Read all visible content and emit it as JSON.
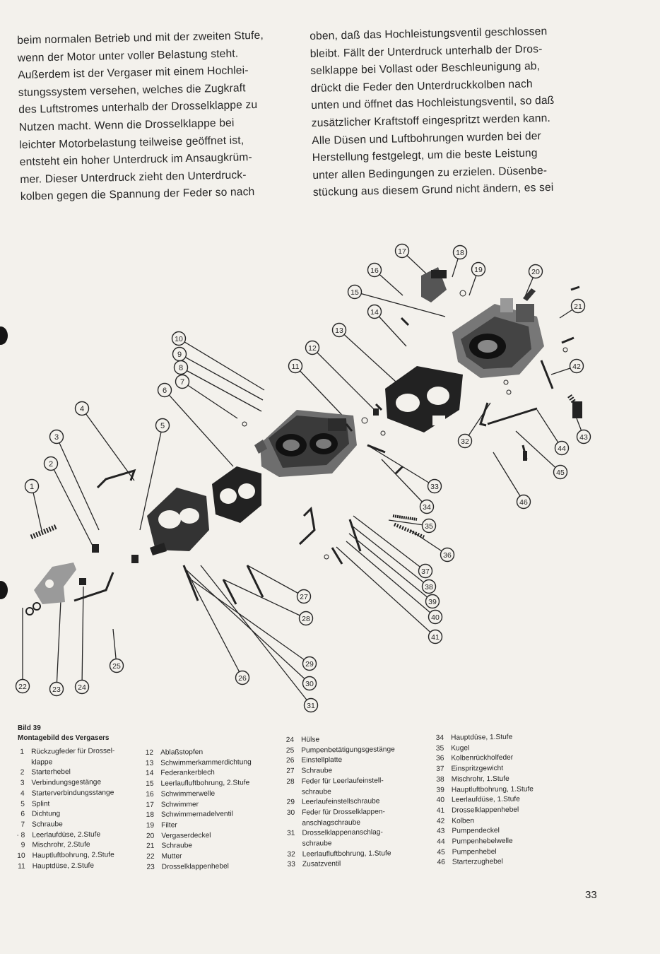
{
  "body_text": {
    "left_column": [
      "beim normalen Betrieb und mit der zweiten Stufe,",
      "wenn der Motor unter voller Belastung steht.",
      "Außerdem ist der Vergaser mit einem Hochlei-",
      "stungssystem versehen, welches die Zugkraft",
      "des Luftstromes unterhalb der Drosselklappe zu",
      "Nutzen macht. Wenn die Drosselklappe bei",
      "leichter Motorbelastung teilweise geöffnet ist,",
      "entsteht ein hoher Unterdruck im Ansaugkrüm-",
      "mer. Dieser Unterdruck zieht den Unterdruck-",
      "kolben gegen die Spannung der Feder so nach"
    ],
    "right_column": [
      "oben, daß das Hochleistungsventil geschlossen",
      "bleibt. Fällt der Unterdruck unterhalb der Dros-",
      "selklappe bei Vollast oder Beschleunigung ab,",
      "drückt die Feder den Unterdruckkolben nach",
      "unten und öffnet das Hochleistungsventil, so daß",
      "zusätzlicher Kraftstoff eingespritzt werden kann.",
      "Alle Düsen und Luftbohrungen wurden bei der",
      "Herstellung festgelegt, um die beste Leistung",
      "unter allen Bedingungen zu erzielen. Düsenbe-",
      "stückung aus diesem Grund nicht ändern, es sei"
    ]
  },
  "figure": {
    "label": "Bild 39",
    "title": "Montagebild des Vergasers",
    "callouts": [
      {
        "n": "1"
      },
      {
        "n": "2"
      },
      {
        "n": "3"
      },
      {
        "n": "4"
      },
      {
        "n": "5"
      },
      {
        "n": "6"
      },
      {
        "n": "7"
      },
      {
        "n": "8"
      },
      {
        "n": "9"
      },
      {
        "n": "10"
      },
      {
        "n": "11"
      },
      {
        "n": "12"
      },
      {
        "n": "13"
      },
      {
        "n": "14"
      },
      {
        "n": "15"
      },
      {
        "n": "16"
      },
      {
        "n": "17"
      },
      {
        "n": "18"
      },
      {
        "n": "19"
      },
      {
        "n": "20"
      },
      {
        "n": "21"
      },
      {
        "n": "22"
      },
      {
        "n": "23"
      },
      {
        "n": "24"
      },
      {
        "n": "25"
      },
      {
        "n": "26"
      },
      {
        "n": "27"
      },
      {
        "n": "28"
      },
      {
        "n": "29"
      },
      {
        "n": "30"
      },
      {
        "n": "31"
      },
      {
        "n": "32"
      },
      {
        "n": "33"
      },
      {
        "n": "34"
      },
      {
        "n": "35"
      },
      {
        "n": "36"
      },
      {
        "n": "37"
      },
      {
        "n": "38"
      },
      {
        "n": "39"
      },
      {
        "n": "40"
      },
      {
        "n": "41"
      },
      {
        "n": "42"
      },
      {
        "n": "43"
      },
      {
        "n": "44"
      },
      {
        "n": "45"
      },
      {
        "n": "46"
      }
    ]
  },
  "legend": {
    "col1": [
      {
        "n": "1",
        "d": "Rückzugfeder für Drossel-"
      },
      {
        "n": "",
        "d": "klappe"
      },
      {
        "n": "2",
        "d": "Starterhebel"
      },
      {
        "n": "3",
        "d": "Verbindungsgestänge"
      },
      {
        "n": "4",
        "d": "Starterverbindungsstange"
      },
      {
        "n": "5",
        "d": "Splint"
      },
      {
        "n": "6",
        "d": "Dichtung"
      },
      {
        "n": "7",
        "d": "Schraube"
      },
      {
        "n": "· 8",
        "d": "Leerlaufdüse, 2.Stufe"
      },
      {
        "n": "9",
        "d": "Mischrohr, 2.Stufe"
      },
      {
        "n": "10",
        "d": "Hauptluftbohrung, 2.Stufe"
      },
      {
        "n": "11",
        "d": "Hauptdüse, 2.Stufe"
      }
    ],
    "col2": [
      {
        "n": "12",
        "d": "Ablaßstopfen"
      },
      {
        "n": "13",
        "d": "Schwimmerkammerdichtung"
      },
      {
        "n": "14",
        "d": "Federankerblech"
      },
      {
        "n": "15",
        "d": "Leerlaufluftbohrung, 2.Stufe"
      },
      {
        "n": "16",
        "d": "Schwimmerwelle"
      },
      {
        "n": "17",
        "d": "Schwimmer"
      },
      {
        "n": "18",
        "d": "Schwimmernadelventil"
      },
      {
        "n": "19",
        "d": "Filter"
      },
      {
        "n": "20",
        "d": "Vergaserdeckel"
      },
      {
        "n": "21",
        "d": "Schraube"
      },
      {
        "n": "22",
        "d": "Mutter"
      },
      {
        "n": "23",
        "d": "Drosselklappenhebel"
      }
    ],
    "col3": [
      {
        "n": "24",
        "d": "Hülse"
      },
      {
        "n": "25",
        "d": "Pumpenbetätigungsgestänge"
      },
      {
        "n": "26",
        "d": "Einstellplatte"
      },
      {
        "n": "27",
        "d": "Schraube"
      },
      {
        "n": "28",
        "d": "Feder für Leerlaufeinstell-"
      },
      {
        "n": "",
        "d": "schraube"
      },
      {
        "n": "29",
        "d": "Leerlaufeinstellschraube"
      },
      {
        "n": "30",
        "d": "Feder für Drosselklappen-"
      },
      {
        "n": "",
        "d": "anschlagschraube"
      },
      {
        "n": "31",
        "d": "Drosselklappenanschlag-"
      },
      {
        "n": "",
        "d": "schraube"
      },
      {
        "n": "32",
        "d": "Leerlaufluftbohrung, 1.Stufe"
      },
      {
        "n": "33",
        "d": "Zusatzventil"
      }
    ],
    "col4": [
      {
        "n": "34",
        "d": "Hauptdüse, 1.Stufe"
      },
      {
        "n": "35",
        "d": "Kugel"
      },
      {
        "n": "36",
        "d": "Kolbenrückholfeder"
      },
      {
        "n": "37",
        "d": "Einspritzgewicht"
      },
      {
        "n": "38",
        "d": "Mischrohr, 1.Stufe"
      },
      {
        "n": "39",
        "d": "Hauptluftbohrung, 1.Stufe"
      },
      {
        "n": "40",
        "d": "Leerlaufdüse, 1.Stufe"
      },
      {
        "n": "41",
        "d": "Drosselklappenhebel"
      },
      {
        "n": "42",
        "d": "Kolben"
      },
      {
        "n": "43",
        "d": "Pumpendeckel"
      },
      {
        "n": "44",
        "d": "Pumpenhebelwelle"
      },
      {
        "n": "45",
        "d": "Pumpenhebel"
      },
      {
        "n": "46",
        "d": "Starterzughebel"
      }
    ]
  },
  "page_number": "33"
}
